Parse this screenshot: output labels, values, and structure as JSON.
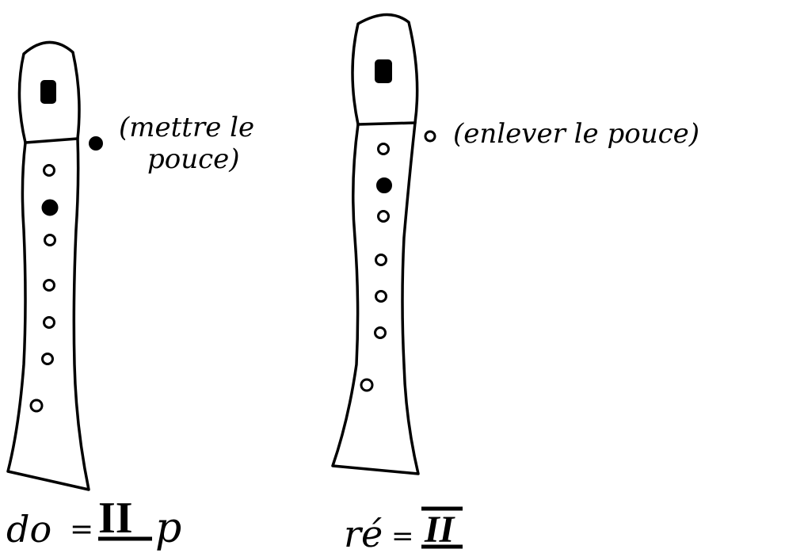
{
  "left_recorder": {
    "note_text": "do = II p",
    "note_name": "do",
    "roman": "II",
    "suffix": "p",
    "annotation_line1": "(mettre le",
    "annotation_line2": "pouce)",
    "thumb_hole": "closed",
    "front_holes": [
      "open",
      "closed",
      "open",
      "open",
      "open",
      "open",
      "open"
    ]
  },
  "right_recorder": {
    "note_text": "ré = II",
    "note_name": "ré",
    "roman": "II",
    "annotation": "(enlever le pouce)",
    "thumb_hole": "open",
    "front_holes": [
      "open",
      "closed",
      "open",
      "open",
      "open",
      "open",
      "open"
    ]
  },
  "colors": {
    "ink": "#000000",
    "paper": "#ffffff"
  },
  "icons": [
    "recorder-icon",
    "filled-hole-icon",
    "open-hole-icon"
  ]
}
